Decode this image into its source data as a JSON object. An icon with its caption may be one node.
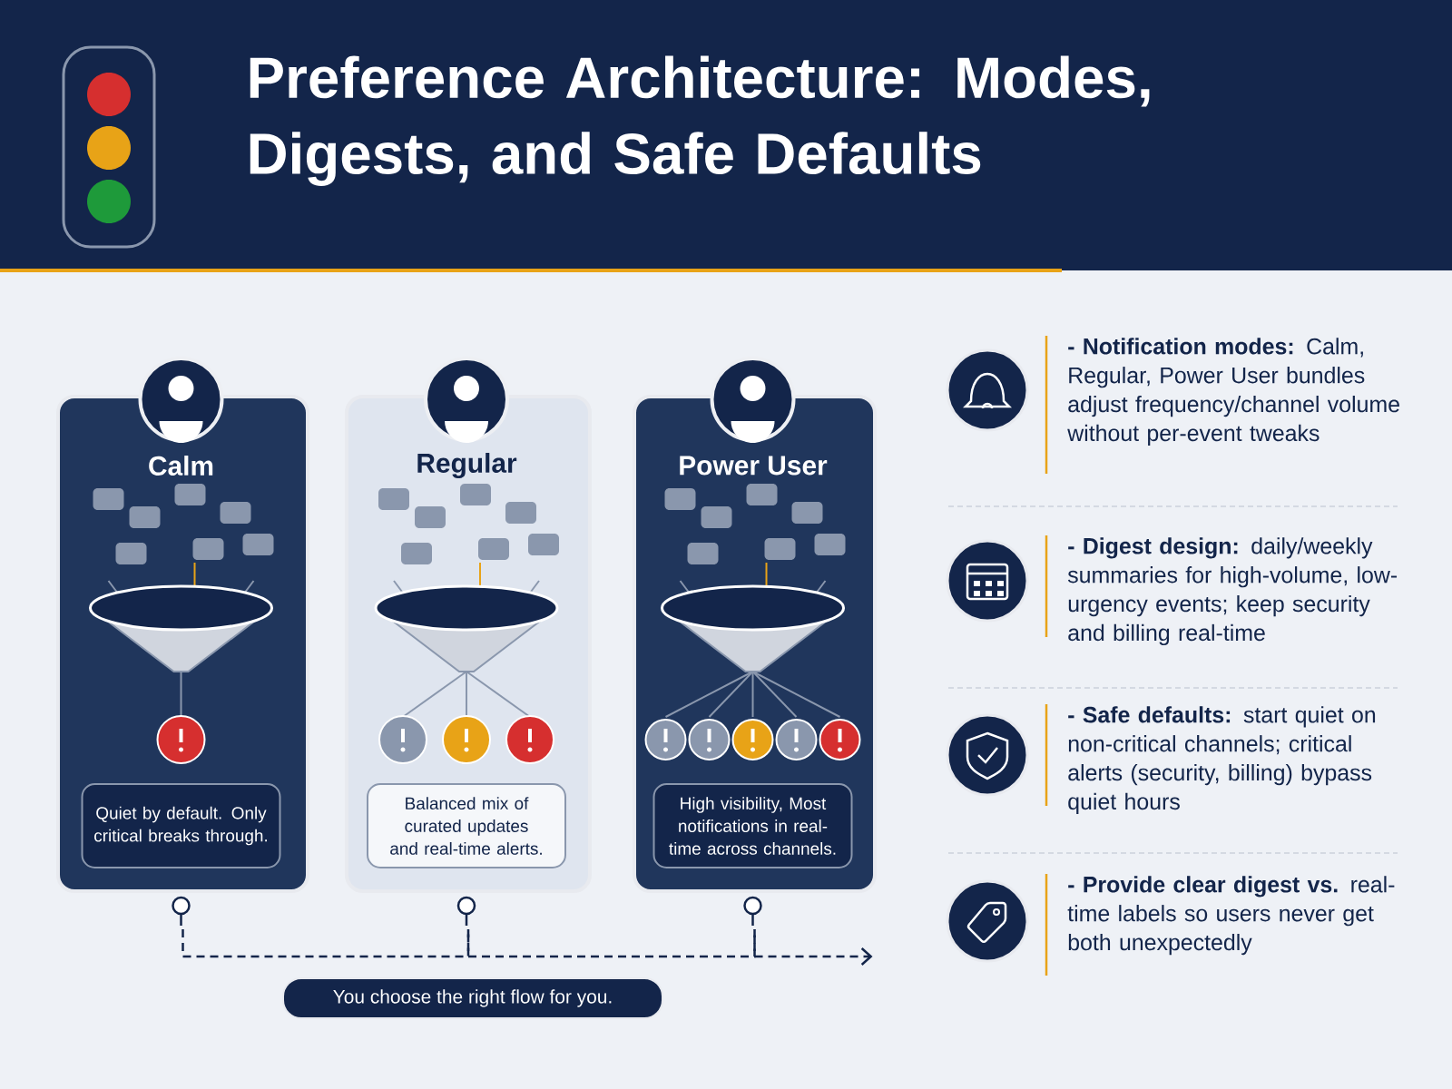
{
  "diagram": {
    "title": "Preference Architecture: Modes, Digests, and Safe Defaults",
    "nodes": [
      {
        "text": [
          "Calm",
          "Quiet by default. Only critical breaks through."
        ]
      },
      {
        "text": [
          "Regular",
          "Balanced mix of curated updates and real-time alerts."
        ]
      },
      {
        "text": [
          "Power User",
          "High visibility, Most notifications in real-time across channels."
        ]
      },
      {
        "text": [
          "You choose the right flow for you."
        ]
      }
    ],
    "edges": [
      {
        "from": 0,
        "to": 1,
        "arrow": "none",
        "style": "dashed"
      },
      {
        "from": 1,
        "to": 2,
        "arrow": "none",
        "style": "dashed"
      },
      {
        "from": 2,
        "to": null,
        "arrow": "to",
        "style": "dashed"
      }
    ],
    "labels": [
      "**- Notification modes:** Calm, Regular, Power User bundles adjust frequency/channel volume without per-event tweaks",
      "**- Digest design:** daily/weekly summaries for high-volume, low-urgency events; keep security and billing real-time",
      "**- Safe defaults:** start quiet on non-critical channels; critical alerts (security, billing) bypass quiet hours",
      "**- Provide clear digest vs.** real-time labels so users never get both unexpectedly"
    ]
  }
}
